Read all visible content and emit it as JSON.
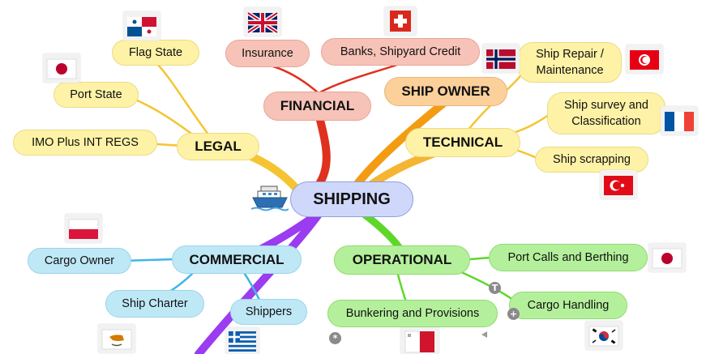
{
  "center": "SHIPPING",
  "branches": {
    "financial": "FINANCIAL",
    "ship_owner": "SHIP OWNER",
    "technical": "TECHNICAL",
    "legal": "LEGAL",
    "commercial": "COMMERCIAL",
    "operational": "OPERATIONAL"
  },
  "nodes": {
    "flag_state": "Flag State",
    "insurance": "Insurance",
    "banks": "Banks, Shipyard Credit",
    "ship_repair_line1": "Ship Repair /",
    "ship_repair_line2": "Maintenance",
    "port_state": "Port State",
    "ship_survey_line1": "Ship survey and",
    "ship_survey_line2": "Classification",
    "imo": "IMO Plus INT REGS",
    "ship_scrapping": "Ship scrapping",
    "cargo_owner": "Cargo Owner",
    "port_calls": "Port Calls and Berthing",
    "ship_charter": "Ship Charter",
    "shippers": "Shippers",
    "bunkering": "Bunkering and Provisions",
    "cargo_handling": "Cargo Handling"
  },
  "flags": [
    "panama-flag",
    "uk-flag",
    "switzerland-flag",
    "norway-flag",
    "japan-flag",
    "tunisia-flag",
    "france-flag",
    "turkey-flag",
    "poland-flag",
    "japan-flag",
    "cyprus-flag",
    "greece-flag",
    "malta-flag",
    "south-korea-flag"
  ],
  "badges": {
    "text": "T",
    "add": "+",
    "settings": "*"
  },
  "colors": {
    "legal": "#fdf2a6",
    "financial": "#f7c3b8",
    "ship_owner": "#fbd09a",
    "commercial": "#bfe8f6",
    "operational": "#b4f09b",
    "center": "#cfd8fb",
    "branch_red": "#e0301e",
    "branch_orange": "#f39c12",
    "branch_yellow": "#f5c431",
    "branch_blue": "#3fb6e8",
    "branch_green": "#5fd62a",
    "branch_purple": "#9b3cf0"
  }
}
